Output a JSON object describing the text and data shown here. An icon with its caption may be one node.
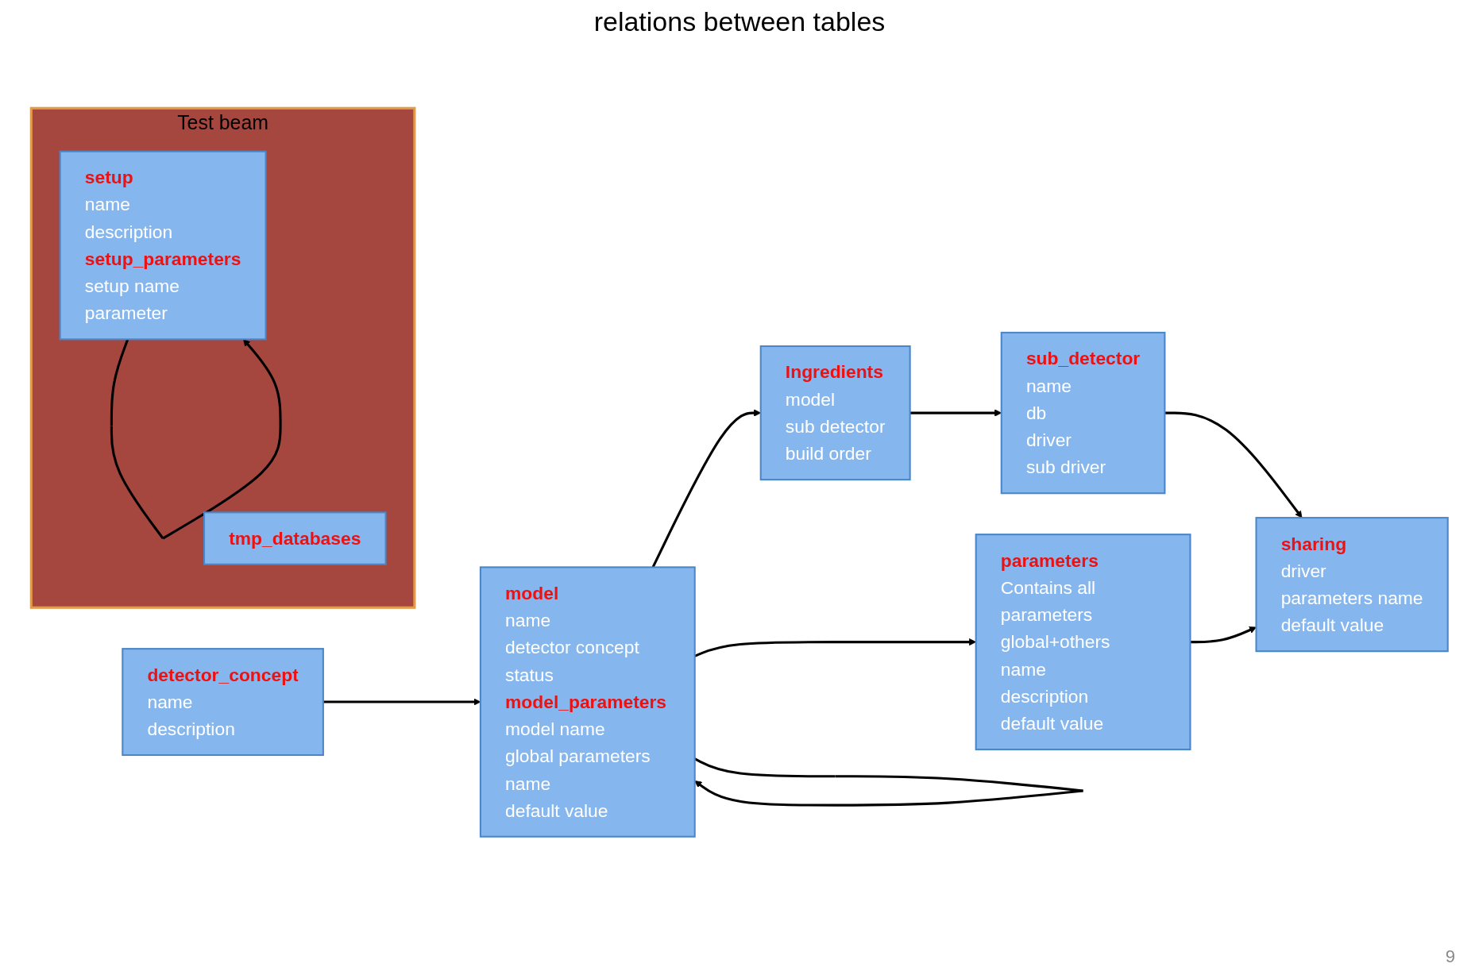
{
  "diagram": {
    "title": "relations between tables",
    "nodes": [
      {
        "text": [
          "detector_concept",
          "name",
          "description"
        ]
      },
      {
        "text": [
          "model",
          "name",
          "detector concept",
          "status",
          "model_parameters",
          "model name",
          "global parameters name",
          "default value"
        ]
      },
      {
        "text": [
          "Test beam"
        ]
      },
      {
        "text": [
          "setup",
          "name",
          "description",
          "setup_parameters",
          "setup name",
          "parameter"
        ],
        "in": 2
      },
      {
        "text": [
          "tmp_databases"
        ],
        "in": 2
      },
      {
        "text": [
          "parameters",
          "Contains all parameters global+others",
          "name",
          "description",
          "default value"
        ]
      },
      {
        "text": [
          "Ingredients",
          "model",
          "sub detector",
          "build order"
        ]
      },
      {
        "text": [
          "sub_detector",
          "name",
          "db",
          "driver",
          "sub driver"
        ]
      },
      {
        "text": [
          "sharing",
          "driver",
          "parameters name",
          "default value"
        ]
      }
    ],
    "edges": [
      {
        "from": 0,
        "to": 1,
        "arrow": "to"
      },
      {
        "from": 1,
        "to": 1,
        "arrow": "to"
      },
      {
        "from": 1,
        "to": 6,
        "arrow": "to"
      },
      {
        "from": 3,
        "to": 3,
        "arrow": "to"
      },
      {
        "from": 1,
        "to": 5,
        "arrow": "to"
      },
      {
        "from": 6,
        "to": 7,
        "arrow": "to"
      },
      {
        "from": 7,
        "to": 8,
        "arrow": "to"
      },
      {
        "from": 5,
        "to": 8,
        "arrow": "to"
      }
    ],
    "labels": [
      "9"
    ]
  }
}
